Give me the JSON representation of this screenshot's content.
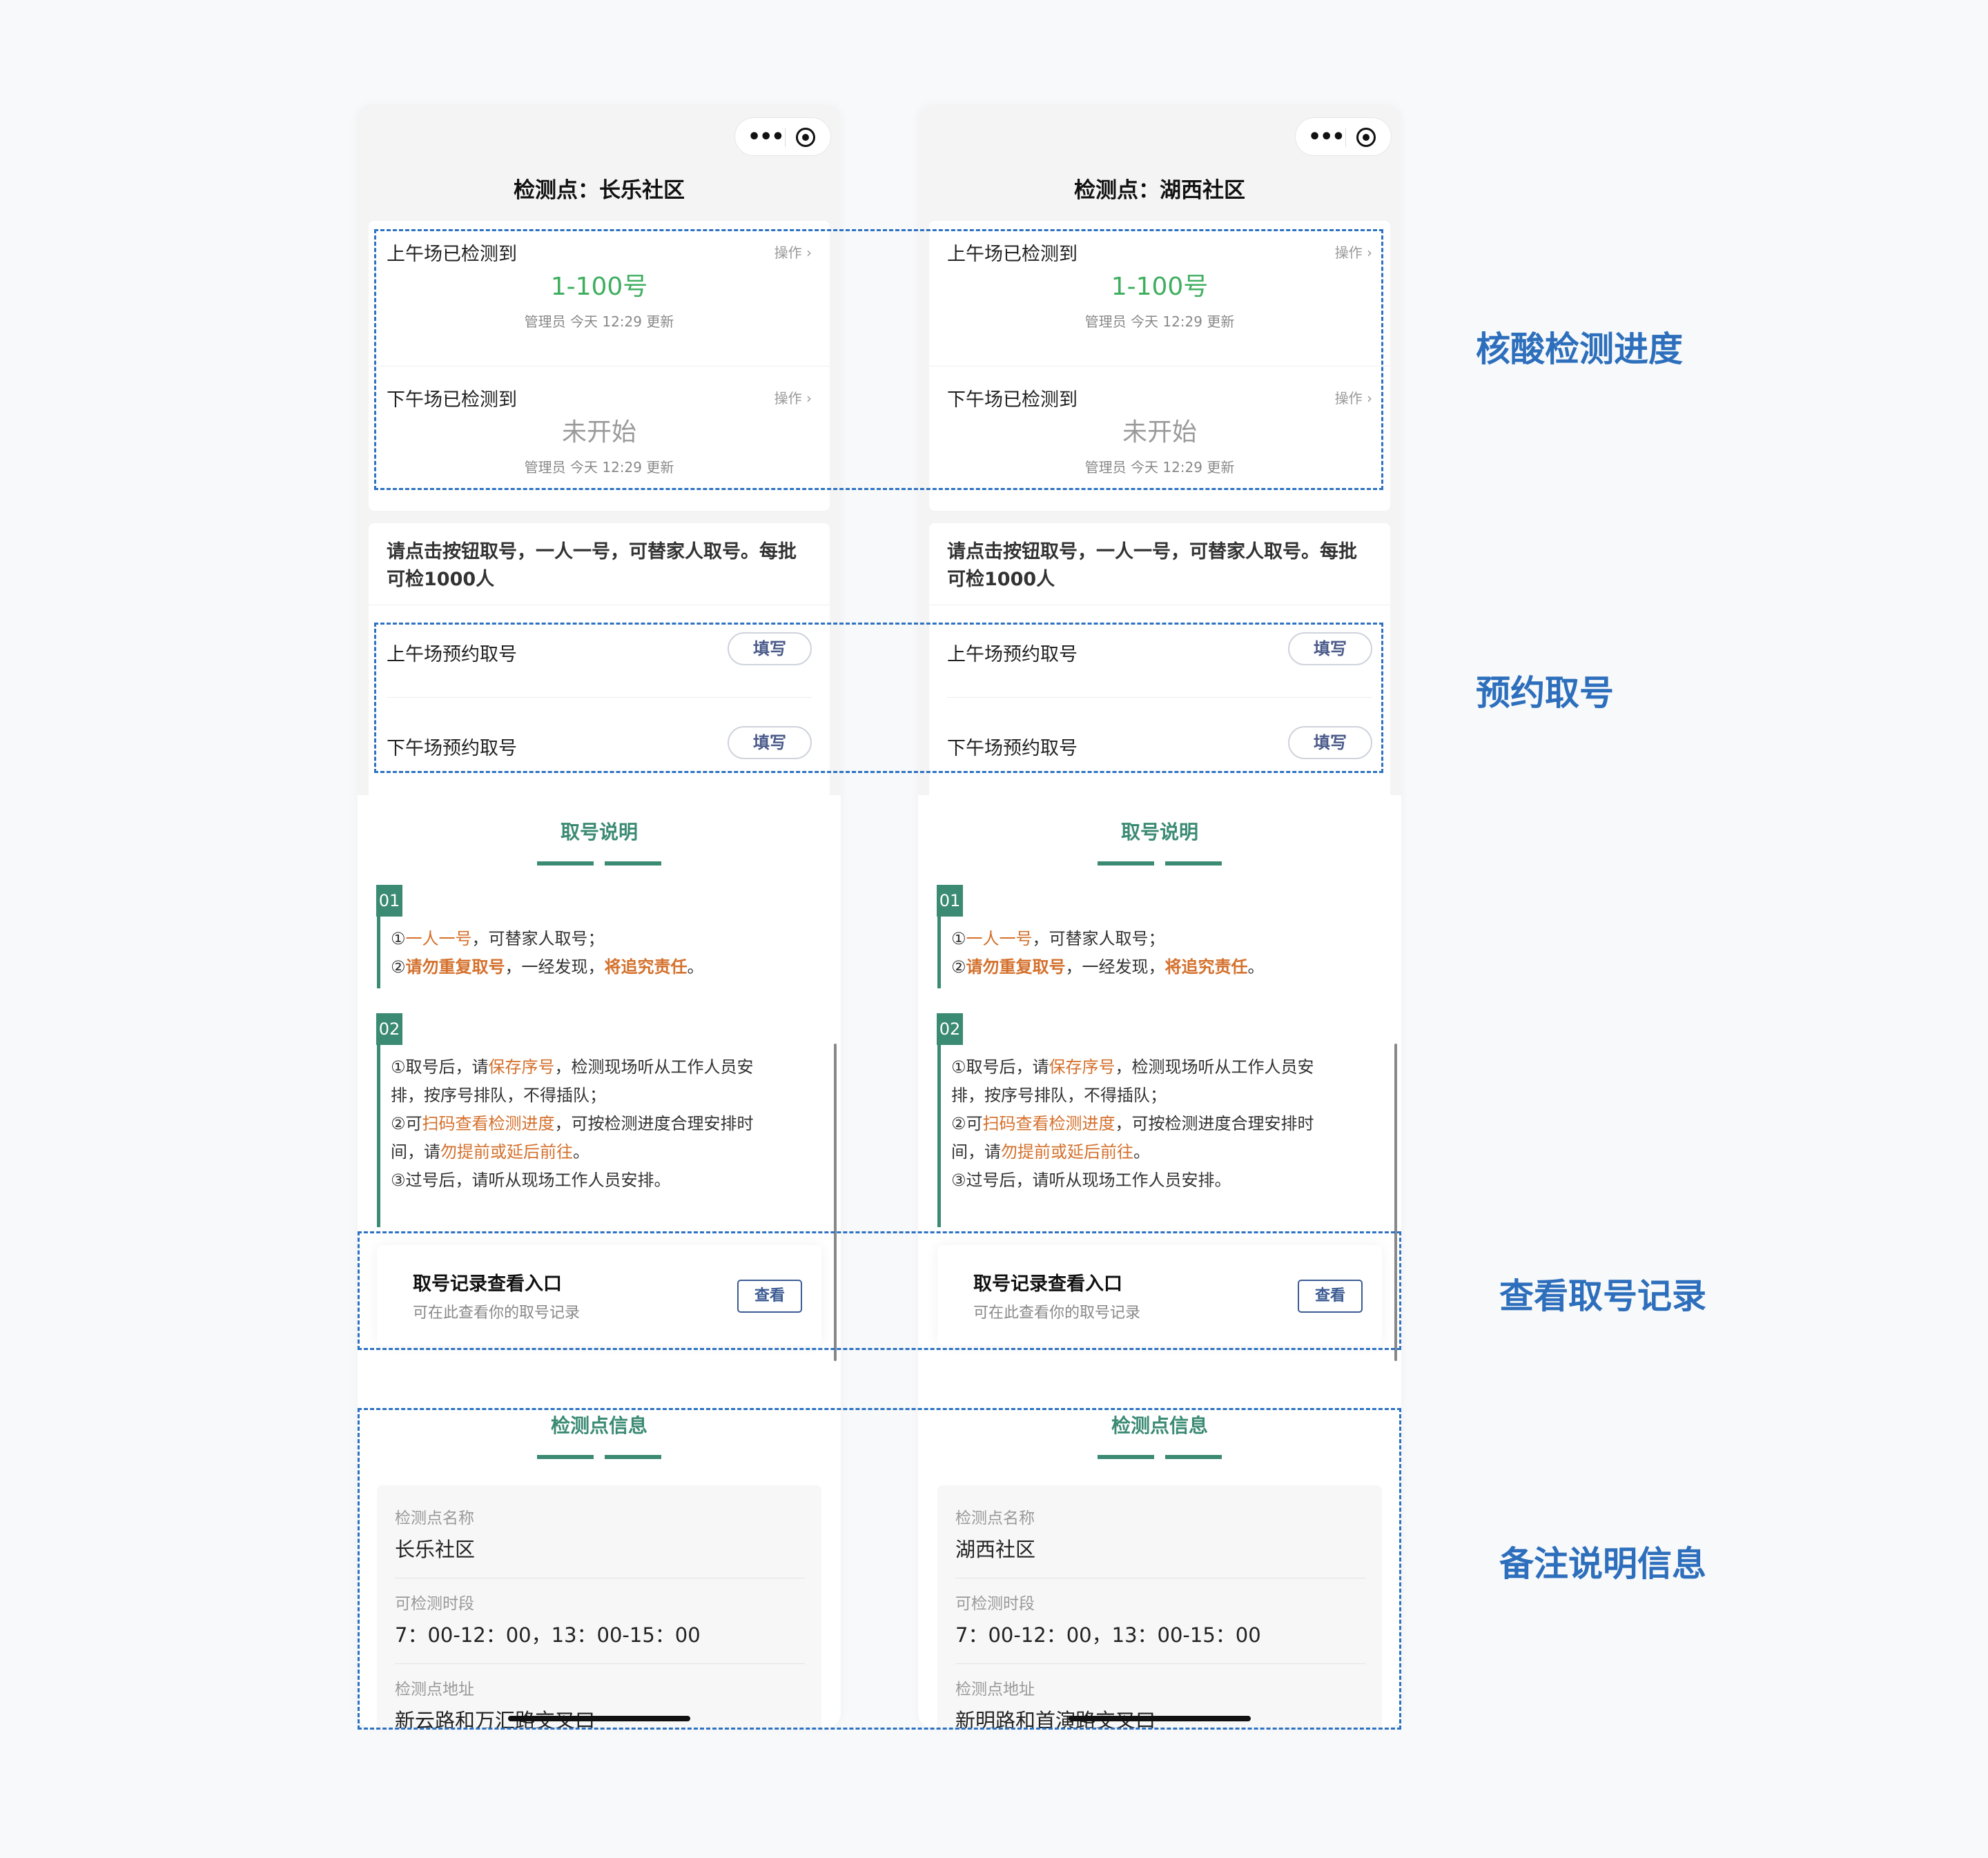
{
  "phones": [
    {
      "title": "检测点：长乐社区",
      "progress": {
        "am": {
          "label": "上午场已检测到",
          "op": "操作 ›",
          "value": "1-100号",
          "updated": "管理员 今天 12:29 更新"
        },
        "pm": {
          "label": "下午场已检测到",
          "op": "操作 ›",
          "value": "未开始",
          "updated": "管理员 今天 12:29 更新"
        }
      },
      "take": {
        "notice": "请点击按钮取号，一人一号，可替家人取号。每批可检1000人",
        "am": {
          "label": "上午场预约取号",
          "button": "填写"
        },
        "pm": {
          "label": "下午场预约取号",
          "button": "填写"
        }
      },
      "guide": {
        "title": "取号说明",
        "steps": [
          {
            "num": "01",
            "lines": [
              [
                {
                  "t": "①",
                  "s": ""
                },
                {
                  "t": "一人一号",
                  "s": "hl"
                },
                {
                  "t": "，可替家人取号；",
                  "s": ""
                }
              ],
              [
                {
                  "t": "②",
                  "s": ""
                },
                {
                  "t": "请勿重复取号",
                  "s": "hlb"
                },
                {
                  "t": "，一经发现，",
                  "s": ""
                },
                {
                  "t": "将追究责任",
                  "s": "hlb"
                },
                {
                  "t": "。",
                  "s": ""
                }
              ]
            ]
          },
          {
            "num": "02",
            "lines": [
              [
                {
                  "t": "①取号后，请",
                  "s": ""
                },
                {
                  "t": "保存序号",
                  "s": "hl"
                },
                {
                  "t": "，检测现场听从工作人员安",
                  "s": ""
                }
              ],
              [
                {
                  "t": "排，按序号排队，不得插队；",
                  "s": ""
                }
              ],
              [
                {
                  "t": "②可",
                  "s": ""
                },
                {
                  "t": "扫码查看检测进度",
                  "s": "hl"
                },
                {
                  "t": "，可按检测进度合理安排时",
                  "s": ""
                }
              ],
              [
                {
                  "t": "间，请",
                  "s": ""
                },
                {
                  "t": "勿提前或延后前往",
                  "s": "hl"
                },
                {
                  "t": "。",
                  "s": ""
                }
              ],
              [
                {
                  "t": "③过号后，请听从现场工作人员安排。",
                  "s": ""
                }
              ]
            ]
          }
        ]
      },
      "record": {
        "title": "取号记录查看入口",
        "subtitle": "可在此查看你的取号记录",
        "button": "查看"
      },
      "info": {
        "title": "检测点信息",
        "fields": [
          {
            "label": "检测点名称",
            "value": "长乐社区"
          },
          {
            "label": "可检测时段",
            "value": "7：00-12：00，13：00-15：00"
          },
          {
            "label": "检测点地址",
            "value": "新云路和万汇路交叉口"
          }
        ]
      }
    },
    {
      "title": "检测点：湖西社区",
      "progress": {
        "am": {
          "label": "上午场已检测到",
          "op": "操作 ›",
          "value": "1-100号",
          "updated": "管理员 今天 12:29 更新"
        },
        "pm": {
          "label": "下午场已检测到",
          "op": "操作 ›",
          "value": "未开始",
          "updated": "管理员 今天 12:29 更新"
        }
      },
      "take": {
        "notice": "请点击按钮取号，一人一号，可替家人取号。每批可检1000人",
        "am": {
          "label": "上午场预约取号",
          "button": "填写"
        },
        "pm": {
          "label": "下午场预约取号",
          "button": "填写"
        }
      },
      "guide": {
        "title": "取号说明",
        "steps": [
          {
            "num": "01",
            "lines": [
              [
                {
                  "t": "①",
                  "s": ""
                },
                {
                  "t": "一人一号",
                  "s": "hl"
                },
                {
                  "t": "，可替家人取号；",
                  "s": ""
                }
              ],
              [
                {
                  "t": "②",
                  "s": ""
                },
                {
                  "t": "请勿重复取号",
                  "s": "hlb"
                },
                {
                  "t": "，一经发现，",
                  "s": ""
                },
                {
                  "t": "将追究责任",
                  "s": "hlb"
                },
                {
                  "t": "。",
                  "s": ""
                }
              ]
            ]
          },
          {
            "num": "02",
            "lines": [
              [
                {
                  "t": "①取号后，请",
                  "s": ""
                },
                {
                  "t": "保存序号",
                  "s": "hl"
                },
                {
                  "t": "，检测现场听从工作人员安",
                  "s": ""
                }
              ],
              [
                {
                  "t": "排，按序号排队，不得插队；",
                  "s": ""
                }
              ],
              [
                {
                  "t": "②可",
                  "s": ""
                },
                {
                  "t": "扫码查看检测进度",
                  "s": "hl"
                },
                {
                  "t": "，可按检测进度合理安排时",
                  "s": ""
                }
              ],
              [
                {
                  "t": "间，请",
                  "s": ""
                },
                {
                  "t": "勿提前或延后前往",
                  "s": "hl"
                },
                {
                  "t": "。",
                  "s": ""
                }
              ],
              [
                {
                  "t": "③过号后，请听从现场工作人员安排。",
                  "s": ""
                }
              ]
            ]
          }
        ]
      },
      "record": {
        "title": "取号记录查看入口",
        "subtitle": "可在此查看你的取号记录",
        "button": "查看"
      },
      "info": {
        "title": "检测点信息",
        "fields": [
          {
            "label": "检测点名称",
            "value": "湖西社区"
          },
          {
            "label": "可检测时段",
            "value": "7：00-12：00，13：00-15：00"
          },
          {
            "label": "检测点地址",
            "value": "新明路和首演路交叉口"
          }
        ]
      }
    }
  ],
  "annotations": {
    "progress": "核酸检测进度",
    "take": "预约取号",
    "record": "查看取号记录",
    "info": "备注说明信息"
  },
  "colors": {
    "accent_green": "#3b8a73",
    "progress_green": "#3fae5f",
    "highlight_orange": "#d4702c",
    "annotation_blue": "#2d72c2"
  }
}
